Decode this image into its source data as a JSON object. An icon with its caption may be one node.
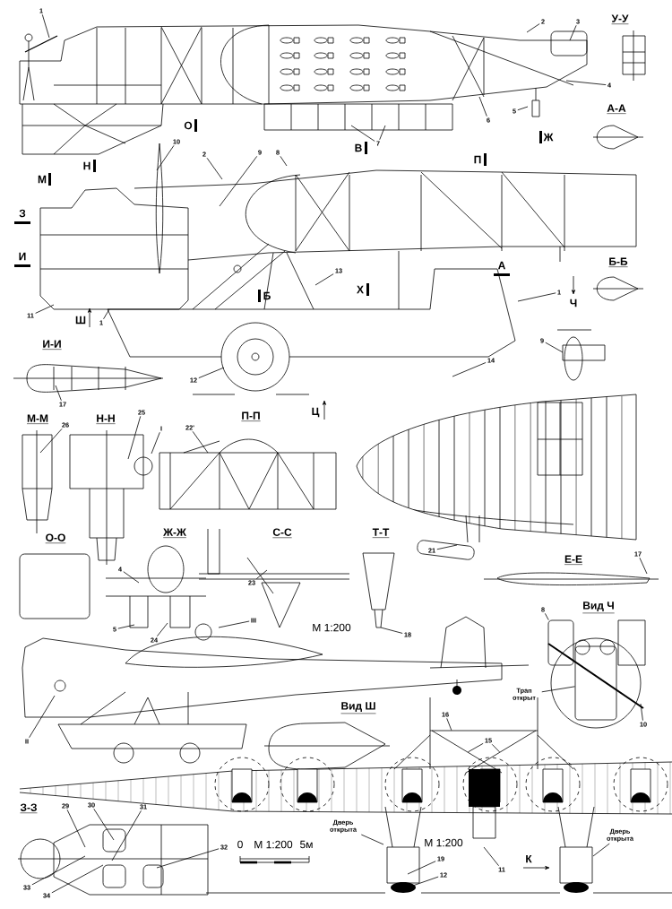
{
  "diagram": {
    "nodes": [
      {
        "text": [
          "1"
        ]
      },
      {
        "text": [
          "2"
        ]
      },
      {
        "text": [
          "3"
        ]
      },
      {
        "text": [
          "4"
        ]
      },
      {
        "text": [
          "5"
        ]
      },
      {
        "text": [
          "6"
        ]
      },
      {
        "text": [
          "7"
        ]
      },
      {
        "text": [
          "10"
        ]
      },
      {
        "text": [
          "2"
        ]
      },
      {
        "text": [
          "9"
        ]
      },
      {
        "text": [
          "8"
        ]
      },
      {
        "text": [
          "13"
        ]
      },
      {
        "text": [
          "1"
        ]
      },
      {
        "text": [
          "11"
        ]
      },
      {
        "text": [
          "1"
        ]
      },
      {
        "text": [
          "12"
        ]
      },
      {
        "text": [
          "14"
        ]
      },
      {
        "text": [
          "17"
        ]
      },
      {
        "text": [
          "26"
        ]
      },
      {
        "text": [
          "25"
        ]
      },
      {
        "text": [
          "I"
        ]
      },
      {
        "text": [
          "22'"
        ]
      },
      {
        "text": [
          "9"
        ]
      },
      {
        "text": [
          "4"
        ]
      },
      {
        "text": [
          "21"
        ]
      },
      {
        "text": [
          "17"
        ]
      },
      {
        "text": [
          "23"
        ]
      },
      {
        "text": [
          "5"
        ]
      },
      {
        "text": [
          "24"
        ]
      },
      {
        "text": [
          "III"
        ]
      },
      {
        "text": [
          "18"
        ]
      },
      {
        "text": [
          "8"
        ]
      },
      {
        "text": [
          "II"
        ]
      },
      {
        "text": [
          "Трап открыт"
        ]
      },
      {
        "text": [
          "10"
        ]
      },
      {
        "text": [
          "16"
        ]
      },
      {
        "text": [
          "15"
        ]
      },
      {
        "text": [
          "29"
        ]
      },
      {
        "text": [
          "30"
        ]
      },
      {
        "text": [
          "31"
        ]
      },
      {
        "text": [
          "Дверь открыта"
        ]
      },
      {
        "text": [
          "Дверь открыта"
        ]
      },
      {
        "text": [
          "32"
        ]
      },
      {
        "text": [
          "11"
        ]
      },
      {
        "text": [
          "19"
        ]
      },
      {
        "text": [
          "33"
        ]
      },
      {
        "text": [
          "34"
        ]
      },
      {
        "text": [
          "12"
        ]
      },
      {
        "text": [],
        "shape": "bar"
      },
      {
        "text": [],
        "shape": "bar"
      },
      {
        "text": [],
        "shape": "box"
      },
      {
        "text": [],
        "shape": "box"
      },
      {
        "text": [],
        "shape": "bar"
      }
    ],
    "edges": [
      {
        "from": 0,
        "to": null,
        "arrow": "none"
      },
      {
        "from": 1,
        "to": null,
        "arrow": "none"
      },
      {
        "from": 2,
        "to": null,
        "arrow": "none"
      },
      {
        "from": 3,
        "to": null,
        "arrow": "none"
      },
      {
        "from": 4,
        "to": null,
        "arrow": "none"
      },
      {
        "from": 5,
        "to": null,
        "arrow": "none"
      },
      {
        "from": 6,
        "to": null,
        "arrow": "none"
      },
      {
        "from": 6,
        "to": null,
        "arrow": "none"
      },
      {
        "from": 7,
        "to": null,
        "arrow": "none"
      },
      {
        "from": 8,
        "to": null,
        "arrow": "none"
      },
      {
        "from": 9,
        "to": null,
        "arrow": "none"
      },
      {
        "from": 10,
        "to": null,
        "arrow": "none"
      },
      {
        "from": 11,
        "to": null,
        "arrow": "none"
      },
      {
        "from": 12,
        "to": null,
        "arrow": "none"
      },
      {
        "from": 13,
        "to": null,
        "arrow": "none"
      },
      {
        "from": 14,
        "to": null,
        "arrow": "none"
      },
      {
        "from": 15,
        "to": null,
        "arrow": "none"
      },
      {
        "from": 16,
        "to": null,
        "arrow": "none"
      },
      {
        "from": 17,
        "to": null,
        "arrow": "none"
      },
      {
        "from": 18,
        "to": null,
        "arrow": "none"
      },
      {
        "from": 19,
        "to": null,
        "arrow": "none"
      },
      {
        "from": 20,
        "to": null,
        "arrow": "none"
      },
      {
        "from": 21,
        "to": null,
        "arrow": "none"
      },
      {
        "from": 22,
        "to": null,
        "arrow": "none"
      },
      {
        "from": 23,
        "to": null,
        "arrow": "none"
      },
      {
        "from": 24,
        "to": null,
        "arrow": "none"
      },
      {
        "from": 25,
        "to": null,
        "arrow": "none"
      },
      {
        "from": 26,
        "to": null,
        "arrow": "none"
      },
      {
        "from": 27,
        "to": null,
        "arrow": "none"
      },
      {
        "from": 28,
        "to": null,
        "arrow": "none"
      },
      {
        "from": 29,
        "to": null,
        "arrow": "none"
      },
      {
        "from": 30,
        "to": null,
        "arrow": "none"
      },
      {
        "from": 31,
        "to": 50,
        "arrow": "none"
      },
      {
        "from": 32,
        "to": null,
        "arrow": "none"
      },
      {
        "from": 33,
        "to": 51,
        "arrow": "none"
      },
      {
        "from": 34,
        "to": null,
        "arrow": "none"
      },
      {
        "from": 35,
        "to": 52,
        "arrow": "none"
      },
      {
        "from": 36,
        "to": 48,
        "arrow": "none"
      },
      {
        "from": 36,
        "to": 49,
        "arrow": "none"
      },
      {
        "from": 37,
        "to": null,
        "arrow": "none"
      },
      {
        "from": 38,
        "to": null,
        "arrow": "none"
      },
      {
        "from": 39,
        "to": null,
        "arrow": "none"
      },
      {
        "from": 40,
        "to": null,
        "arrow": "none"
      },
      {
        "from": 41,
        "to": null,
        "arrow": "none"
      },
      {
        "from": 42,
        "to": null,
        "arrow": "none"
      },
      {
        "from": 43,
        "to": null,
        "arrow": "none"
      },
      {
        "from": 44,
        "to": null,
        "arrow": "none"
      },
      {
        "from": 45,
        "to": null,
        "arrow": "none"
      },
      {
        "from": 46,
        "to": null,
        "arrow": "none"
      },
      {
        "from": 47,
        "to": null,
        "arrow": "none"
      }
    ],
    "labels": [
      "У-У",
      "А-А",
      "О",
      "В",
      "Ж",
      "М",
      "Н",
      "П",
      "З",
      "И",
      "Б",
      "Х",
      "А",
      "Б-Б",
      "Ч",
      "Ш",
      "Ц",
      "И-И",
      "М-М",
      "Н-Н",
      "П-П",
      "О-О",
      "Ж-Ж",
      "С-С",
      "Т-Т",
      "Е-Е",
      "М 1:200",
      "Вид Ч",
      "Вид Ш",
      "З-З",
      "М 1:200",
      "К",
      "0",
      "М 1:200",
      "5м"
    ]
  }
}
